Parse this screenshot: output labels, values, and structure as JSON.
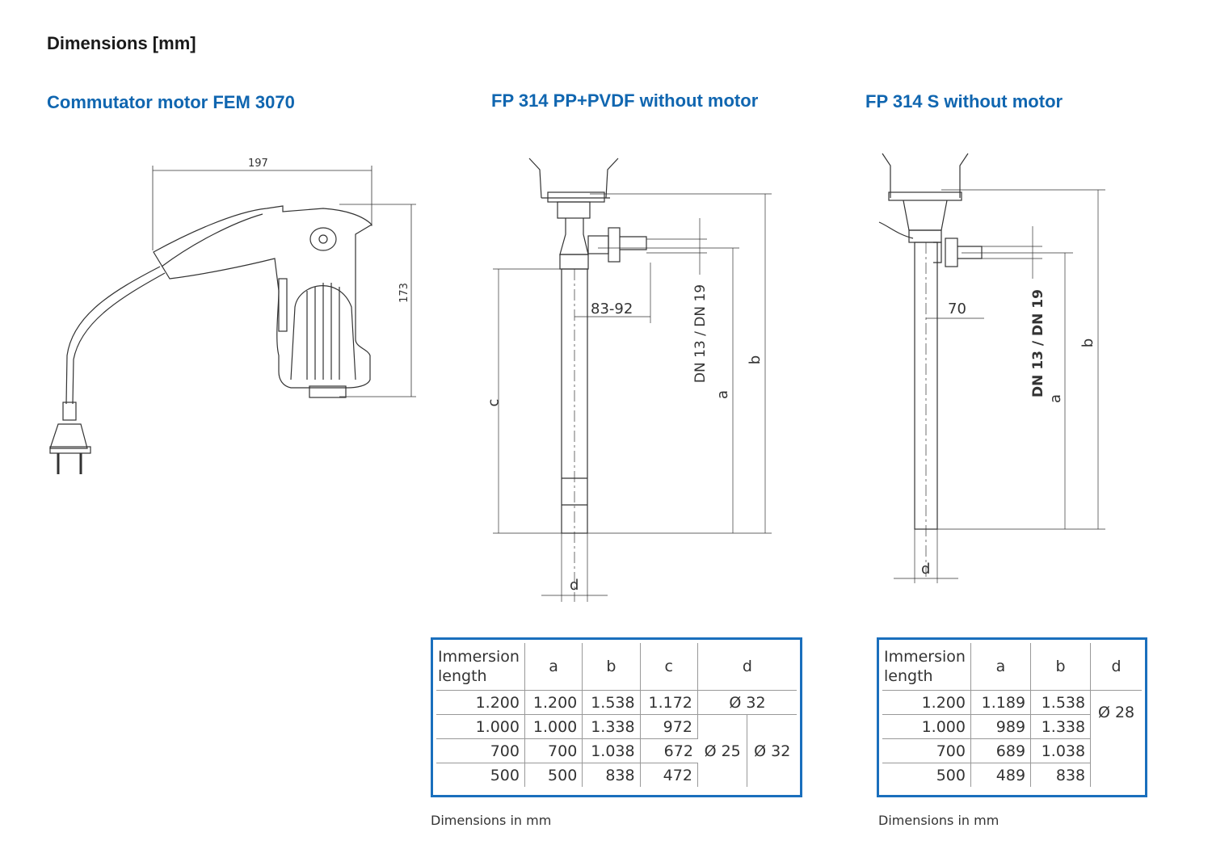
{
  "page_title": "Dimensions [mm]",
  "sections": {
    "motor": {
      "title": "Commutator motor FEM 3070",
      "dims": {
        "width": "197",
        "height": "173"
      }
    },
    "pp_pvdf": {
      "title": "FP 314 PP+PVDF without motor",
      "dims": {
        "offset": "83-92",
        "dn": "DN 13 / DN 19",
        "a": "a",
        "b": "b",
        "c": "c",
        "d": "d"
      },
      "table": {
        "headers": [
          "Immersion length",
          "a",
          "b",
          "c",
          "d"
        ],
        "rows": [
          [
            "1.200",
            "1.200",
            "1.538",
            "1.172"
          ],
          [
            "1.000",
            "1.000",
            "1.338",
            "972"
          ],
          [
            "700",
            "700",
            "1.038",
            "672"
          ],
          [
            "500",
            "500",
            "838",
            "472"
          ]
        ],
        "d_values": {
          "row1": "Ø 32",
          "group_left": "Ø 25",
          "group_right": "Ø 32"
        }
      },
      "note": "Dimensions in mm"
    },
    "s": {
      "title": "FP 314 S without motor",
      "dims": {
        "offset": "70",
        "dn": "DN 13 / DN 19",
        "a": "a",
        "b": "b",
        "d": "d"
      },
      "table": {
        "headers": [
          "Immersion length",
          "a",
          "b",
          "d"
        ],
        "rows": [
          [
            "1.200",
            "1.189",
            "1.538"
          ],
          [
            "1.000",
            "989",
            "1.338"
          ],
          [
            "700",
            "689",
            "1.038"
          ],
          [
            "500",
            "489",
            "838"
          ]
        ],
        "d_value": "Ø 28"
      },
      "note": "Dimensions in mm"
    }
  }
}
